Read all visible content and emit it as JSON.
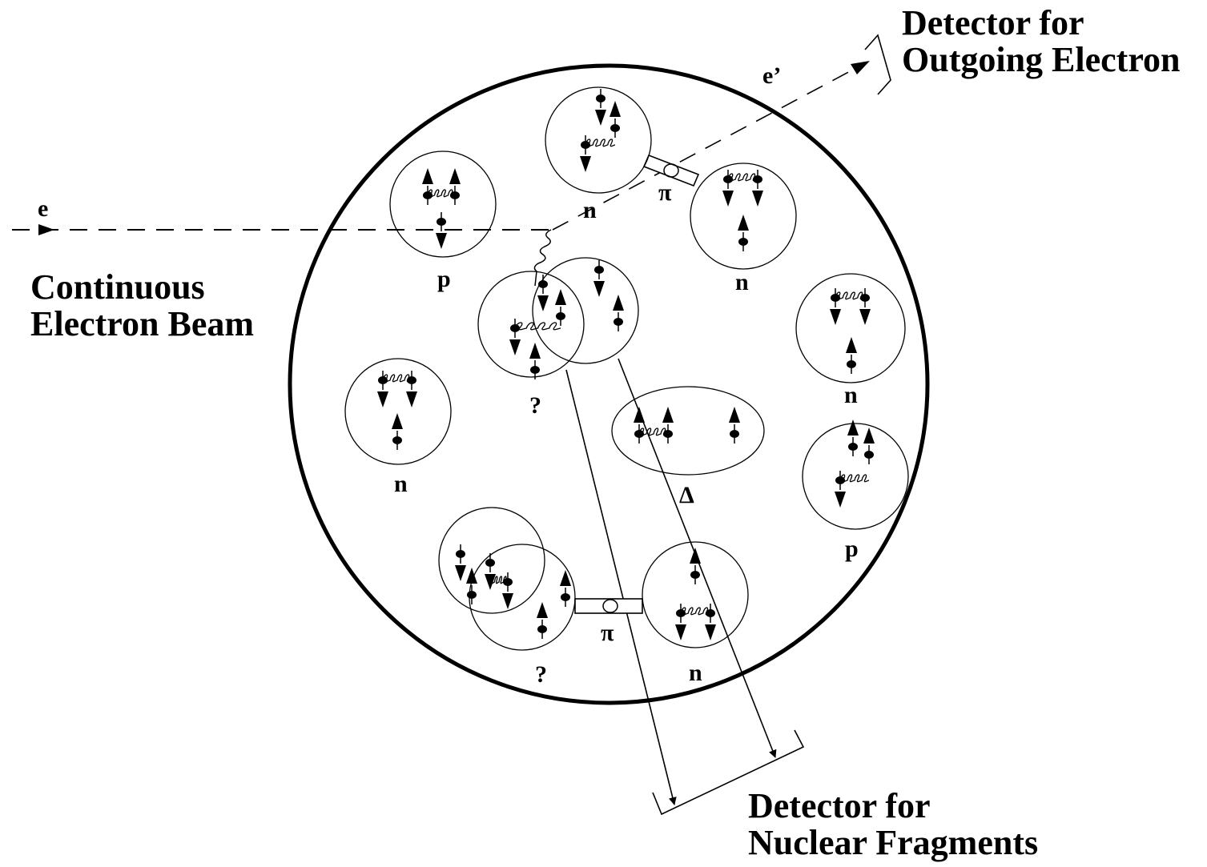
{
  "beam": {
    "incoming_label": "e",
    "outgoing_label": "e’",
    "source_line1": "Continuous",
    "source_line2": "Electron Beam"
  },
  "detectors": {
    "electron_line1": "Detector for",
    "electron_line2": "Outgoing Electron",
    "fragments_line1": "Detector for",
    "fragments_line2": "Nuclear Fragments"
  },
  "nucleons": {
    "top_neutron": "n",
    "upper_right_neutron": "n",
    "upper_left_proton": "p",
    "right_neutron": "n",
    "left_neutron": "n",
    "center_unknown": "?",
    "delta": "Δ",
    "right_proton": "p",
    "bottom_unknown": "?",
    "bottom_neutron": "n"
  },
  "mesons": {
    "top_pion": "π",
    "bottom_pion": "π"
  }
}
